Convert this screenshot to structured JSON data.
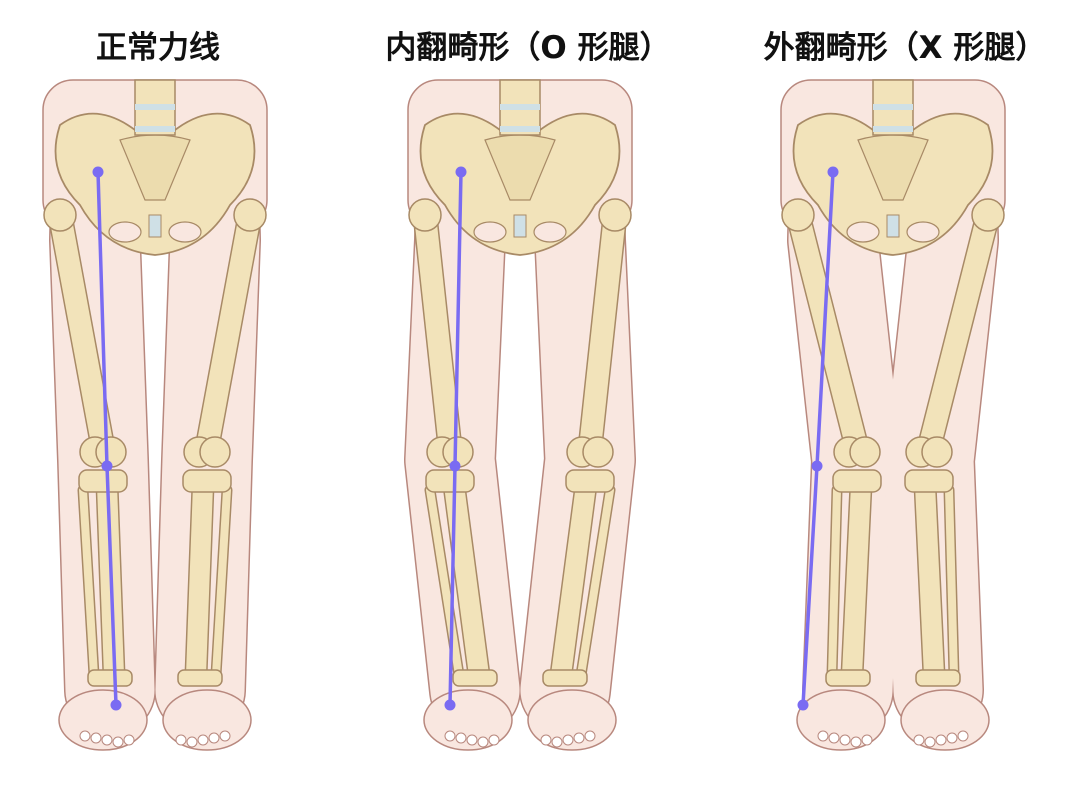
{
  "panels": [
    {
      "title": "正常力线",
      "type": "normal"
    },
    {
      "title": "内翻畸形（O 形腿）",
      "type": "O"
    },
    {
      "title": "外翻畸形（X 形腿）",
      "type": "X"
    }
  ],
  "colors": {
    "skin": "#f9e7e0",
    "skin_outline": "#b8887e",
    "bone": "#f2e3ba",
    "bone_outline": "#a88a66",
    "cartilage": "#cfe0e6",
    "axis_line": "#7a6bf2"
  }
}
